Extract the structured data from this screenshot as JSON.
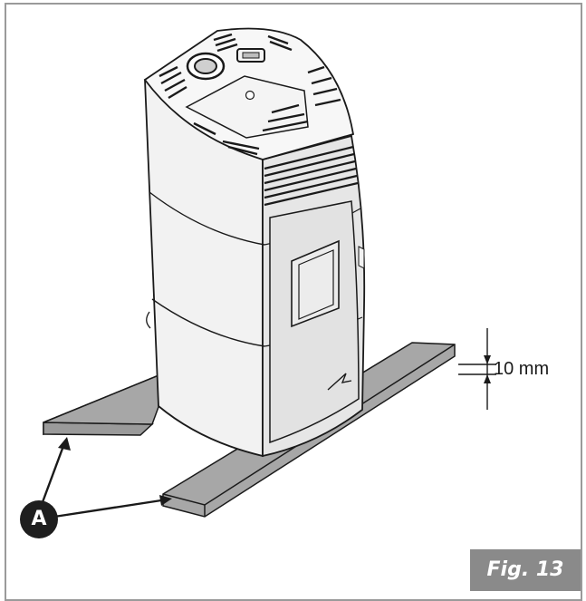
{
  "figure": {
    "label": "Fig. 13"
  },
  "dimension": {
    "label": "10 mm"
  },
  "callout": {
    "letter": "A"
  },
  "colors": {
    "border": "#9a9a9a",
    "plate_fill": "#a7a7a7",
    "stove_body": "#f2f2f2",
    "door_panel": "#e2e2e2",
    "outline": "#1a1a1a",
    "fig_label_bg": "#8a8a8a"
  }
}
